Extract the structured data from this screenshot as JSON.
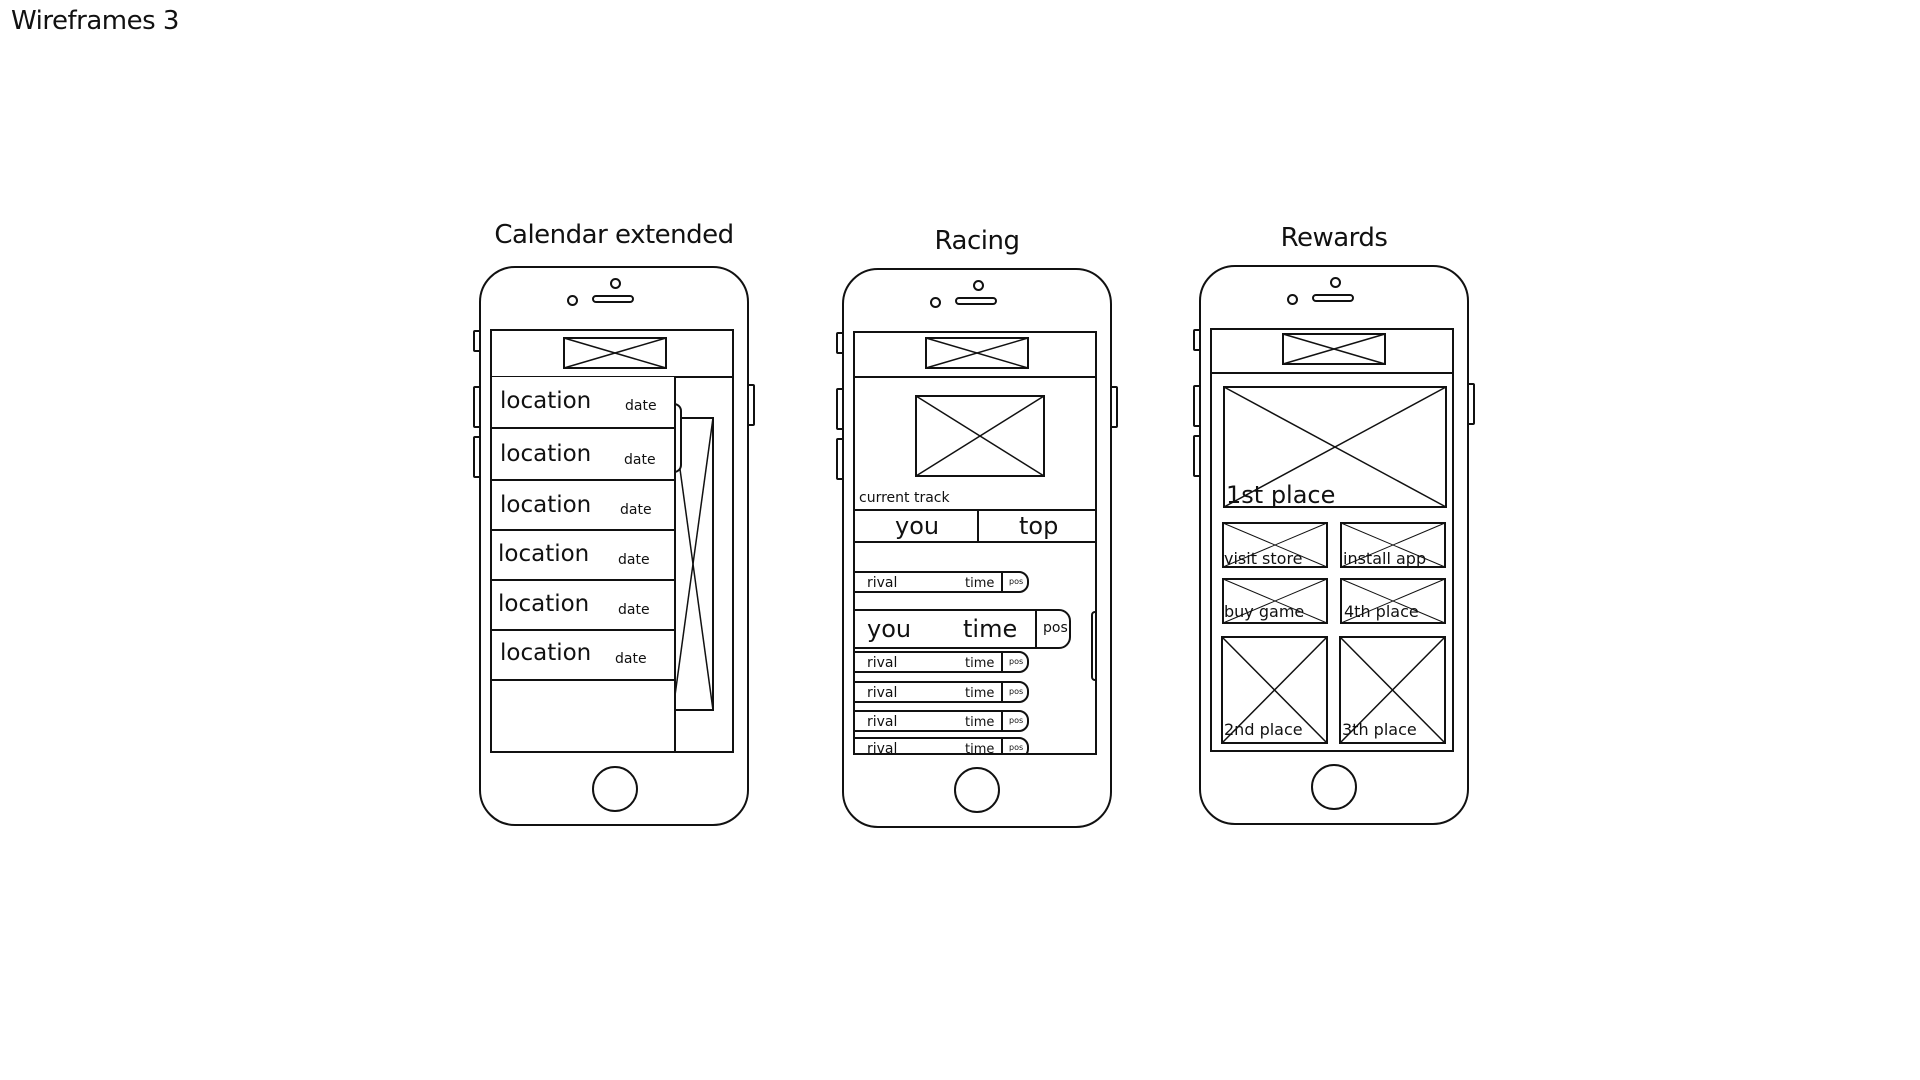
{
  "page": {
    "title": "Wireframes 3"
  },
  "calendar": {
    "caption": "Calendar extended",
    "rows": [
      {
        "location": "location",
        "date": "date"
      },
      {
        "location": "location",
        "date": "date"
      },
      {
        "location": "location",
        "date": "date"
      },
      {
        "location": "location",
        "date": "date"
      },
      {
        "location": "location",
        "date": "date"
      },
      {
        "location": "location",
        "date": "date"
      }
    ],
    "toggle_icon": "chevron-right-icon"
  },
  "racing": {
    "caption": "Racing",
    "track_label": "current track",
    "tabs": {
      "you": "you",
      "top": "top"
    },
    "leaderboard": [
      {
        "name": "rival",
        "time": "time",
        "pos": "pos"
      },
      {
        "name": "you",
        "time": "time",
        "pos": "pos",
        "highlight": true
      },
      {
        "name": "rival",
        "time": "time",
        "pos": "pos"
      },
      {
        "name": "rival",
        "time": "time",
        "pos": "pos"
      },
      {
        "name": "rival",
        "time": "time",
        "pos": "pos"
      },
      {
        "name": "rival",
        "time": "time",
        "pos": "pos"
      }
    ]
  },
  "rewards": {
    "caption": "Rewards",
    "first": "1st place",
    "small": [
      "visit store",
      "install app",
      "buy game",
      "4th place"
    ],
    "bottom": [
      "2nd place",
      "3th place"
    ]
  }
}
